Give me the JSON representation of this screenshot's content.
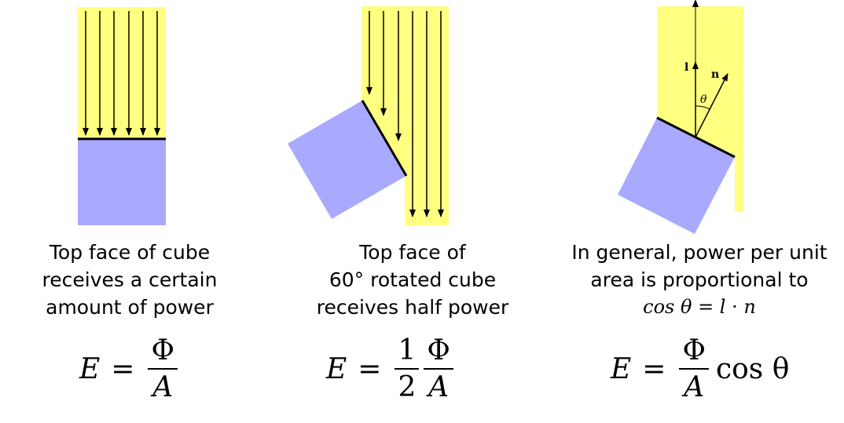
{
  "colors": {
    "light_beam": "#ffff80",
    "cube": "#a9a9ff",
    "arrow": "#000000"
  },
  "panels": [
    {
      "caption": [
        "Top face of cube",
        "receives a certain",
        "amount of power"
      ],
      "equation": {
        "lhs": "E",
        "equals": "=",
        "num": "Φ",
        "den": "A"
      }
    },
    {
      "caption": [
        "Top face of",
        "60° rotated cube",
        "receives half power"
      ],
      "equation": {
        "lhs": "E",
        "equals": "=",
        "half_num": "1",
        "half_den": "2",
        "num": "Φ",
        "den": "A"
      }
    },
    {
      "caption": [
        "In general, power per unit",
        "area is proportional to"
      ],
      "caption_math": "cos θ = l · n",
      "equation": {
        "lhs": "E",
        "equals": "=",
        "num": "Φ",
        "den": "A",
        "tail": "cos θ"
      },
      "labels": {
        "l": "l",
        "n": "n",
        "theta": "θ"
      }
    }
  ]
}
